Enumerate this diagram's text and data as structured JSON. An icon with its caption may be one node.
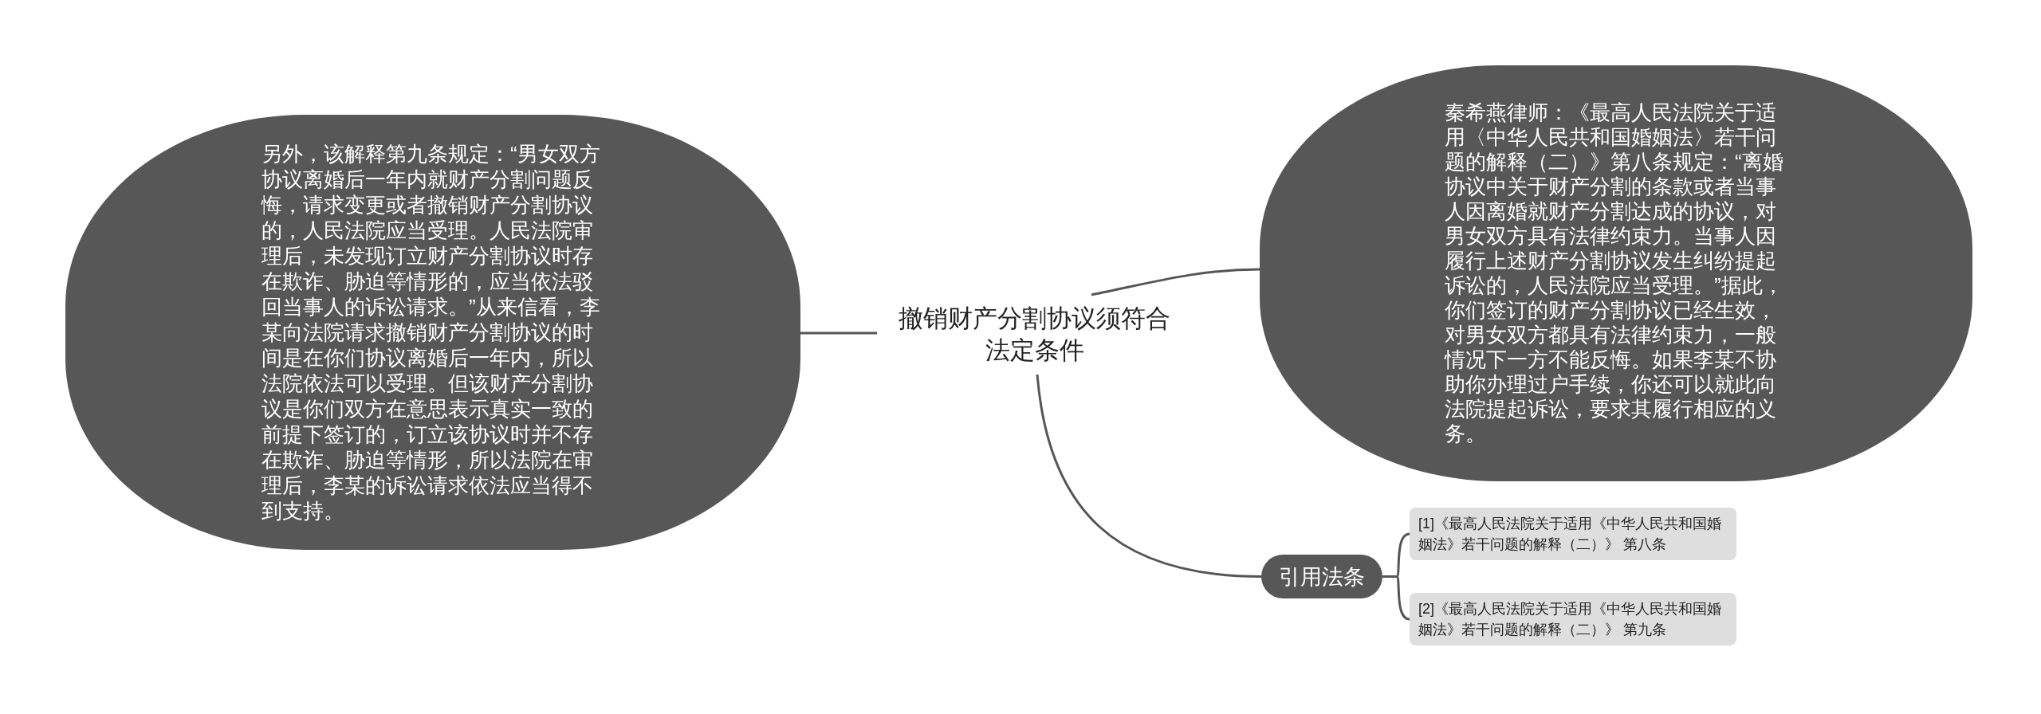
{
  "diagram": {
    "nodes": [
      {
        "text": [
          "撤销财产分割协议须符合法定条件"
        ]
      },
      {
        "text": [
          "秦希燕律师：《最高人民法院关于适用〈中华人民共和国婚姻法〉若干问题的解释（二）》第八条规定：“离婚协议中关于财产分割的条款或者当事人因离婚就财产分割达成的协议，对男女双方具有法律约束力。当事人因履行上述财产分割协议发生纠纷提起诉讼的，人民法院应当受理。”据此，你们签订的财产分割协议已经生效，对男女双方都具有法律约束力，一般情况下一方不能反悔。如果李某不协助你办理过户手续，你还可以就此向法院提起诉讼，要求其履行相应的义务。"
        ]
      },
      {
        "text": [
          "另外，该解释第九条规定：“男女双方协议离婚后一年内就财产分割问题反悔，请求变更或者撤销财产分割协议的，人民法院应当受理。人民法院审理后，未发现订立财产分割协议时存在欺诈、胁迫等情形的，应当依法驳回当事人的诉讼请求。”从来信看，李某向法院请求撤销财产分割协议的时间是在你们协议离婚后一年内，所以法院依法可以受理。但该财产分割协议是你们双方在意思表示真实一致的前提下签订的，订立该协议时并不存在欺诈、胁迫等情形，所以法院在审理后，李某的诉讼请求依法应当得不到支持。"
        ]
      },
      {
        "text": [
          "引用法条"
        ]
      },
      {
        "text": [
          "[1]《最高人民法院关于适用《中华人民共和国婚姻法》若干问题的解释（二）》 第八条"
        ]
      },
      {
        "text": [
          "[2]《最高人民法院关于适用《中华人民共和国婚姻法》若干问题的解释（二）》 第九条"
        ]
      }
    ],
    "edges": [
      {
        "from": 0,
        "to": 1,
        "arrow": "none"
      },
      {
        "from": 0,
        "to": 2,
        "arrow": "none"
      },
      {
        "from": 0,
        "to": 3,
        "arrow": "none"
      },
      {
        "from": 3,
        "to": 4,
        "arrow": "none"
      },
      {
        "from": 3,
        "to": 5,
        "arrow": "none"
      }
    ]
  }
}
